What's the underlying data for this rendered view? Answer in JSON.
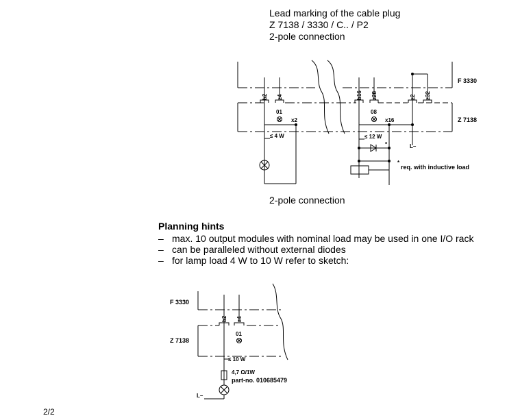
{
  "header": {
    "line1": "Lead marking of the cable plug",
    "line2": "Z 7138 / 3330 / C.. / P2",
    "line3": "2-pole connection"
  },
  "diagram1": {
    "module_top": "F 3330",
    "module_bottom": "Z 7138",
    "pins": [
      "b2",
      "z4",
      "b16",
      "z28",
      "z2",
      "z32"
    ],
    "channels": [
      "01",
      "08"
    ],
    "terminals": [
      "x2",
      "x16"
    ],
    "load_lamp": "≤ 4 W",
    "load_relay": "≤ 12 W",
    "ground": "L–",
    "note_star": "*",
    "note": "req. with inductive load"
  },
  "caption": "2-pole connection",
  "planning": {
    "title": "Planning hints",
    "items": [
      "max. 10 output modules with nominal load may be used in one I/O rack",
      "can be paralleled without external diodes",
      "for lamp load 4 W to 10 W refer to sketch:"
    ],
    "dash": "–"
  },
  "diagram2": {
    "module_top": "F 3330",
    "module_bottom": "Z 7138",
    "pins": [
      "b2",
      "z4"
    ],
    "channel": "01",
    "load": "≤ 10 W",
    "resistor": "4,7 Ω/1W",
    "part_no": "part-no. 010685479",
    "ground": "L–"
  },
  "footer": {
    "page": "2/2"
  }
}
